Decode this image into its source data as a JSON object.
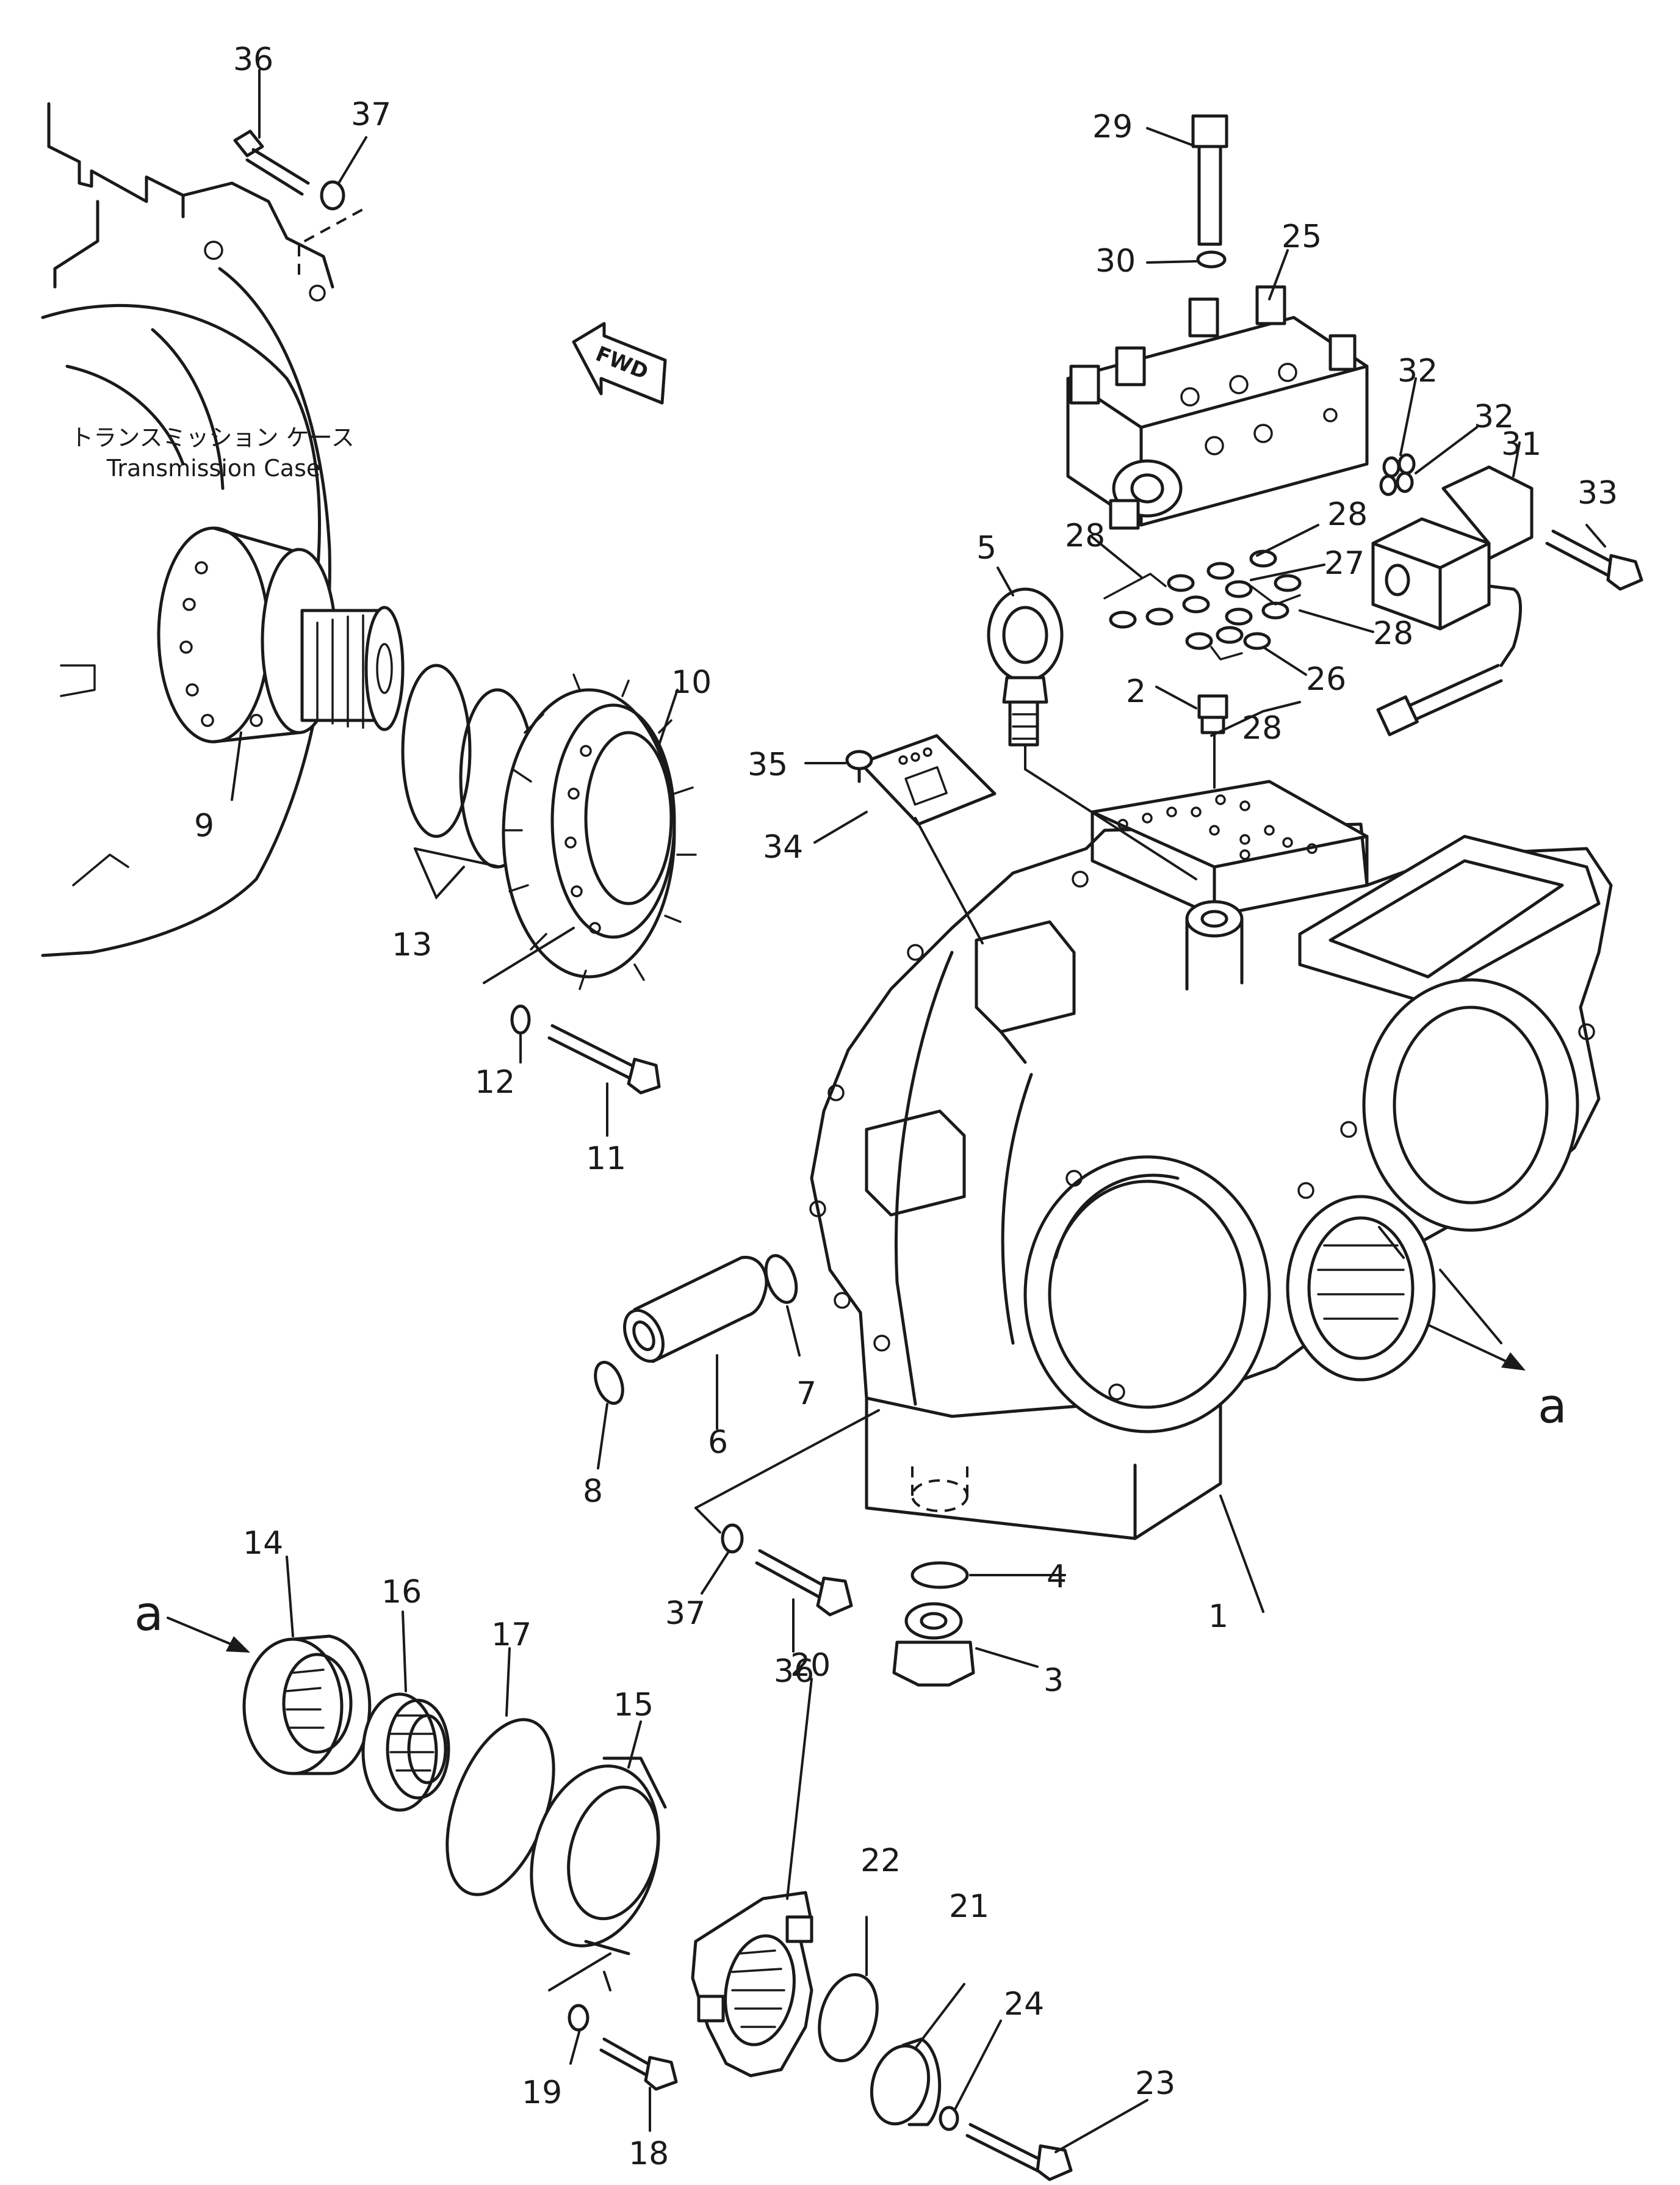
{
  "case_label_jp": "トランスミッション ケース",
  "case_label_en": "Transmission Case",
  "fwd_label": "FWD",
  "ref_letter": "a",
  "part_numbers": [
    "1",
    "2",
    "3",
    "4",
    "5",
    "6",
    "7",
    "8",
    "9",
    "10",
    "11",
    "12",
    "13",
    "14",
    "15",
    "16",
    "17",
    "18",
    "19",
    "20",
    "21",
    "22",
    "23",
    "24",
    "25",
    "26",
    "27",
    "28",
    "29",
    "30",
    "31",
    "32",
    "33",
    "34",
    "35",
    "36",
    "37"
  ]
}
